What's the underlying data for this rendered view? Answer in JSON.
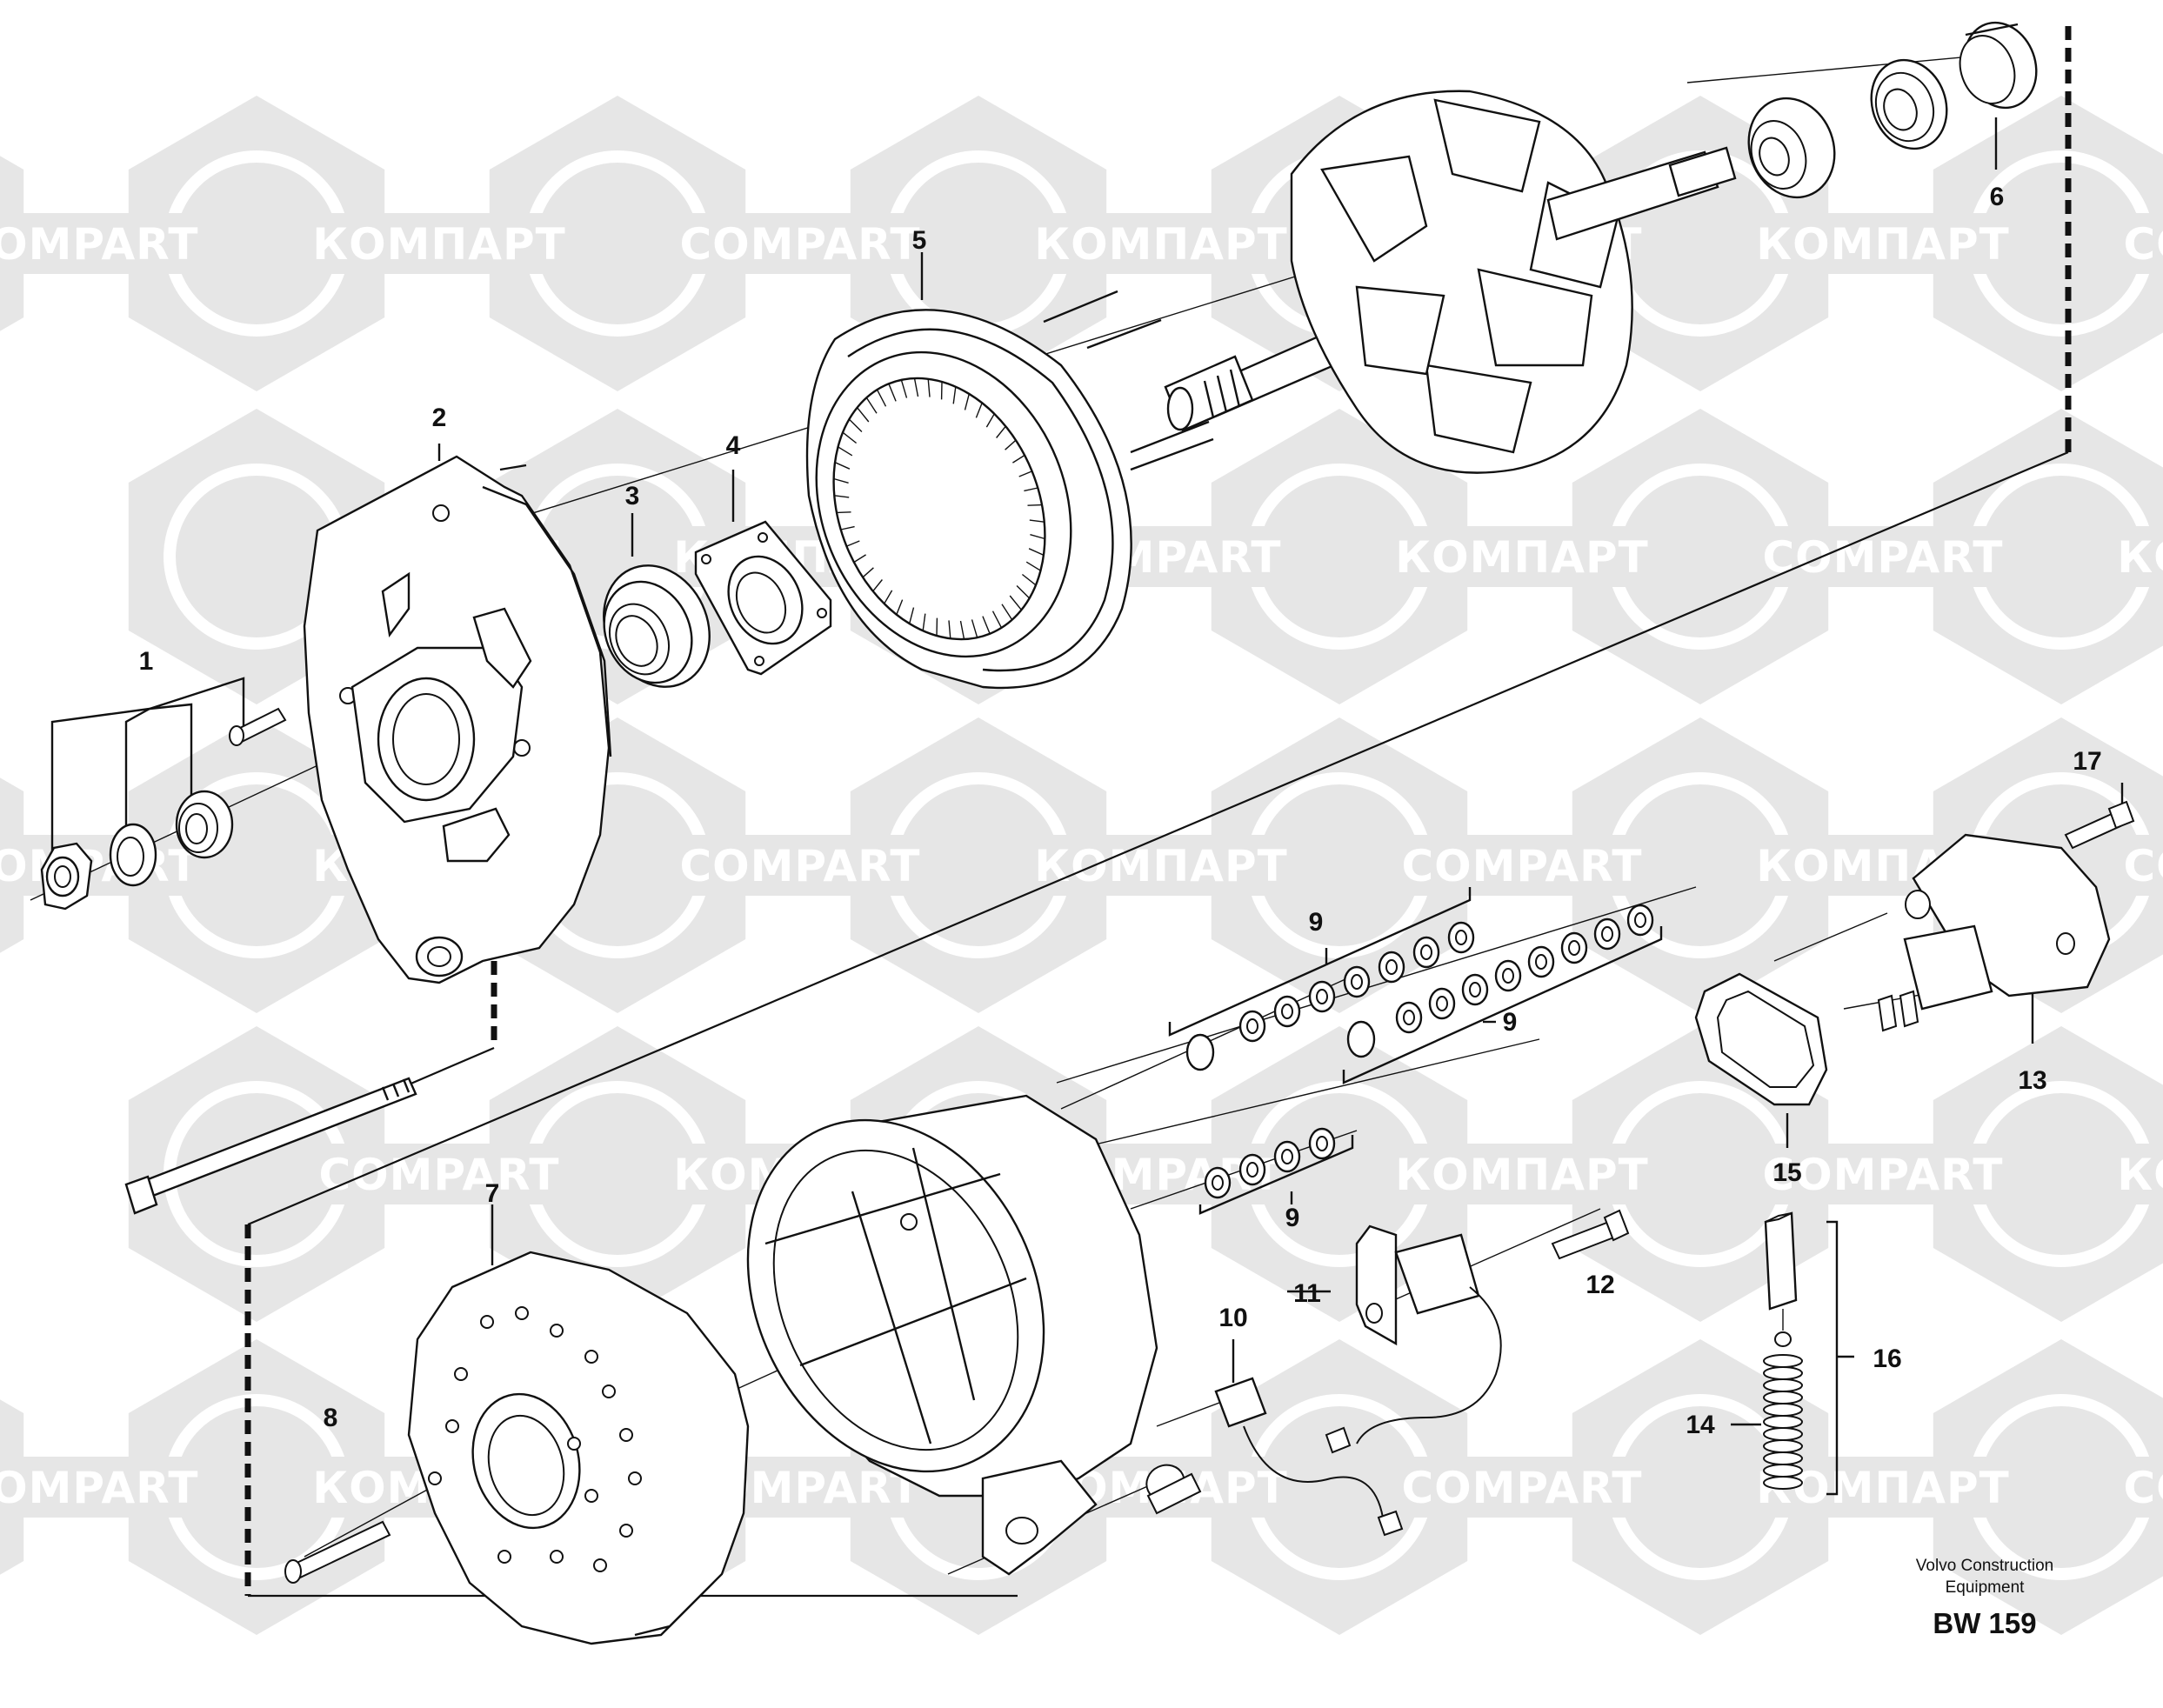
{
  "watermark": {
    "latin": "COMPART",
    "cyrillic": "КОМПАРТ",
    "color": "#e6e6e6"
  },
  "callouts": {
    "p1": "1",
    "p2": "2",
    "p3": "3",
    "p4": "4",
    "p5": "5",
    "p6": "6",
    "p7": "7",
    "p8": "8",
    "p9a": "9",
    "p9b": "9",
    "p9c": "9",
    "p10": "10",
    "p11": "11",
    "p12": "12",
    "p13": "13",
    "p14": "14",
    "p15": "15",
    "p16": "16",
    "p17": "17"
  },
  "footer": {
    "maker_line1": "Volvo Construction",
    "maker_line2": "Equipment",
    "code": "BW 159"
  }
}
